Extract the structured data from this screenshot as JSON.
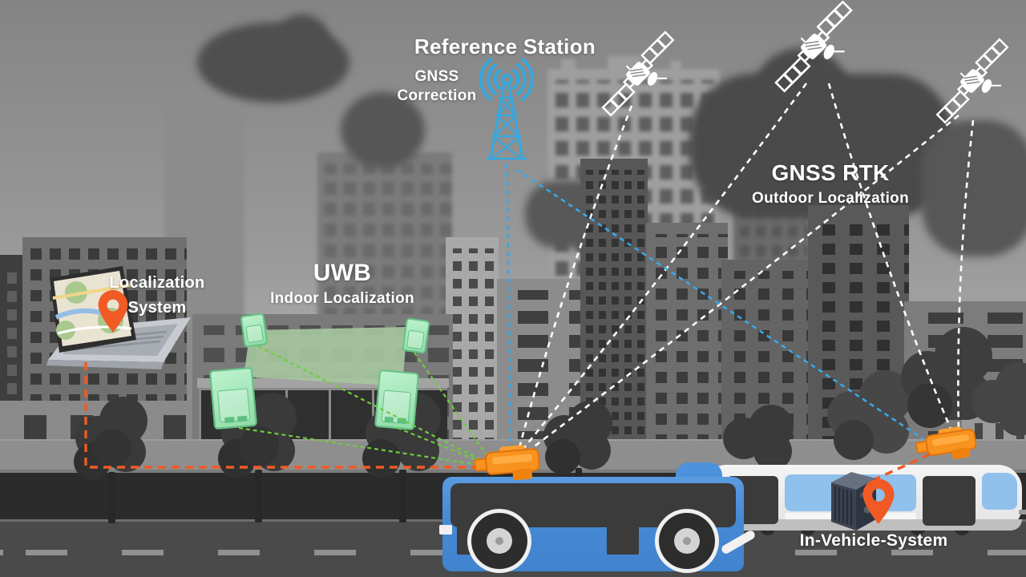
{
  "labels": {
    "reference_station": "Reference Station",
    "gnss_line1": "GNSS",
    "gnss_line2": "Correction",
    "gnss_rtk": "GNSS RTK",
    "outdoor_localization": "Outdoor Localization",
    "uwb": "UWB",
    "indoor_localization": "Indoor Localization",
    "localization_line1": "Localization",
    "localization_line2": "System",
    "in_vehicle_system": "In-Vehicle-System"
  },
  "colors": {
    "accent_blue": "#3AA7E4",
    "accent_orange": "#F15A24",
    "accent_green": "#6FCB3F",
    "anchor_green": "#9FE6B6",
    "bus_blue": "#4A8FD9",
    "signal_white": "#FFFFFF"
  },
  "icons": {
    "reference_station": "radio-tower-icon",
    "satellite": "satellite-icon",
    "uwb_anchor": "uwb-anchor-icon",
    "localization_system": "laptop-icon",
    "pin": "location-pin-icon",
    "vehicle_receiver": "gnss-receiver-icon",
    "in_vehicle": "onboard-computer-icon"
  },
  "scene": {
    "satellite_count": 3,
    "uwb_anchor_count": 4,
    "vehicles": [
      "bus",
      "tram"
    ]
  }
}
